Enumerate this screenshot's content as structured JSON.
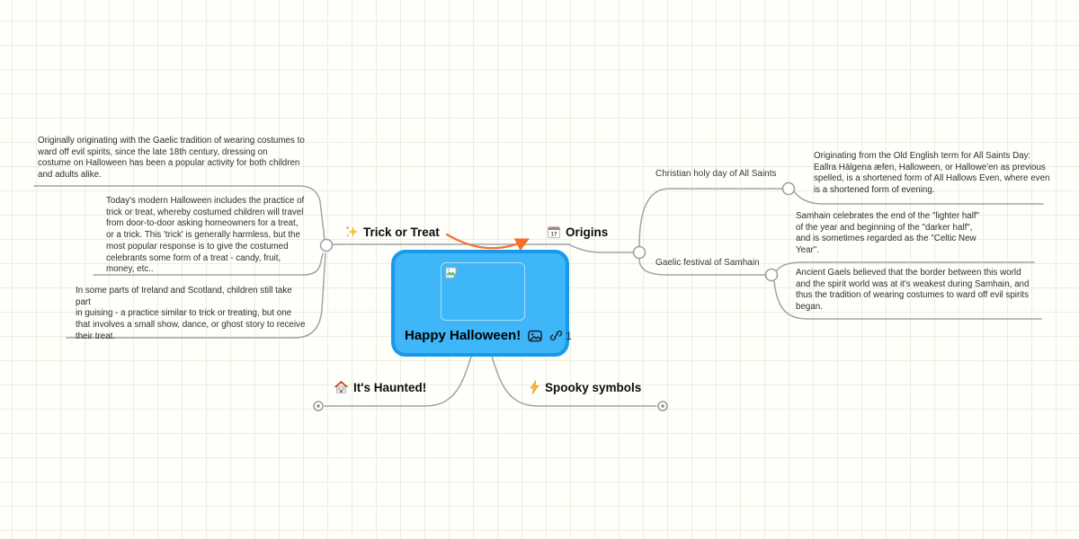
{
  "root": {
    "title": "Happy Halloween!",
    "link_count": "1"
  },
  "topics": {
    "trick": {
      "label": "Trick or Treat"
    },
    "origins": {
      "label": "Origins"
    },
    "haunted": {
      "label": "It's Haunted!"
    },
    "spooky": {
      "label": "Spooky symbols"
    },
    "christian": {
      "label": "Christian holy day of All Saints"
    },
    "gaelic": {
      "label": "Gaelic festival of Samhain"
    }
  },
  "notes": {
    "costumes": {
      "text": "Originally originating with the Gaelic tradition of wearing costumes to\nward off evil spirits, since the late 18th century, dressing on\ncostume on Halloween has been a popular activity for both children\nand adults alike."
    },
    "trick_practice": {
      "text": "Today's modern Halloween includes the practice of\ntrick or treat, whereby costumed children will travel\nfrom door-to-door asking homeowners for a treat,\nor a trick.  This 'trick' is generally harmless, but the\nmost popular response is to give the costumed\ncelebrants some form of a treat - candy, fruit,\nmoney, etc.."
    },
    "guising": {
      "text": "In some parts of Ireland and Scotland, children still take part\nin guising - a practice similar to trick or treating, but one\nthat involves a small show, dance, or ghost story to receive\ntheir treat."
    },
    "all_hallows": {
      "text": "Originating from the Old English term for All Saints Day:\nEallra Hālgena æfen, Halloween, or Hallowe'en as previous\nspelled, is a shortened form of All Hallows Even, where even\nis a shortened form of evening."
    },
    "celtic_new_year": {
      "text": "Samhain celebrates the end of the \"lighter half\"\nof the year and beginning of the \"darker half\",\nand is sometimes regarded as the \"Celtic New\nYear\"."
    },
    "ancient_gaels": {
      "text": "Ancient Gaels believed that the border between this world\nand the spirit world was at it's weakest during Samhain, and\nthus the tradition of wearing costumes to ward off evil spirits\nbegan."
    }
  },
  "icons": {
    "trick": "sparkles-icon",
    "origins": "calendar-17-icon",
    "haunted": "haunted-house-icon",
    "spooky": "lightning-bolt-icon",
    "root_image_badge": "image-icon",
    "root_link_badge": "link-icon",
    "root_placeholder": "broken-image-icon",
    "collapsed_branch": "expand-toggle-icon"
  },
  "colors": {
    "root_fill": "#3eb6f7",
    "root_border": "#1899ea",
    "connector": "#a4a4a4",
    "relationship_arrow": "#f4702a",
    "grid_line": "#ecefdc",
    "background": "#fefefb",
    "text": "#2e2e2e"
  }
}
